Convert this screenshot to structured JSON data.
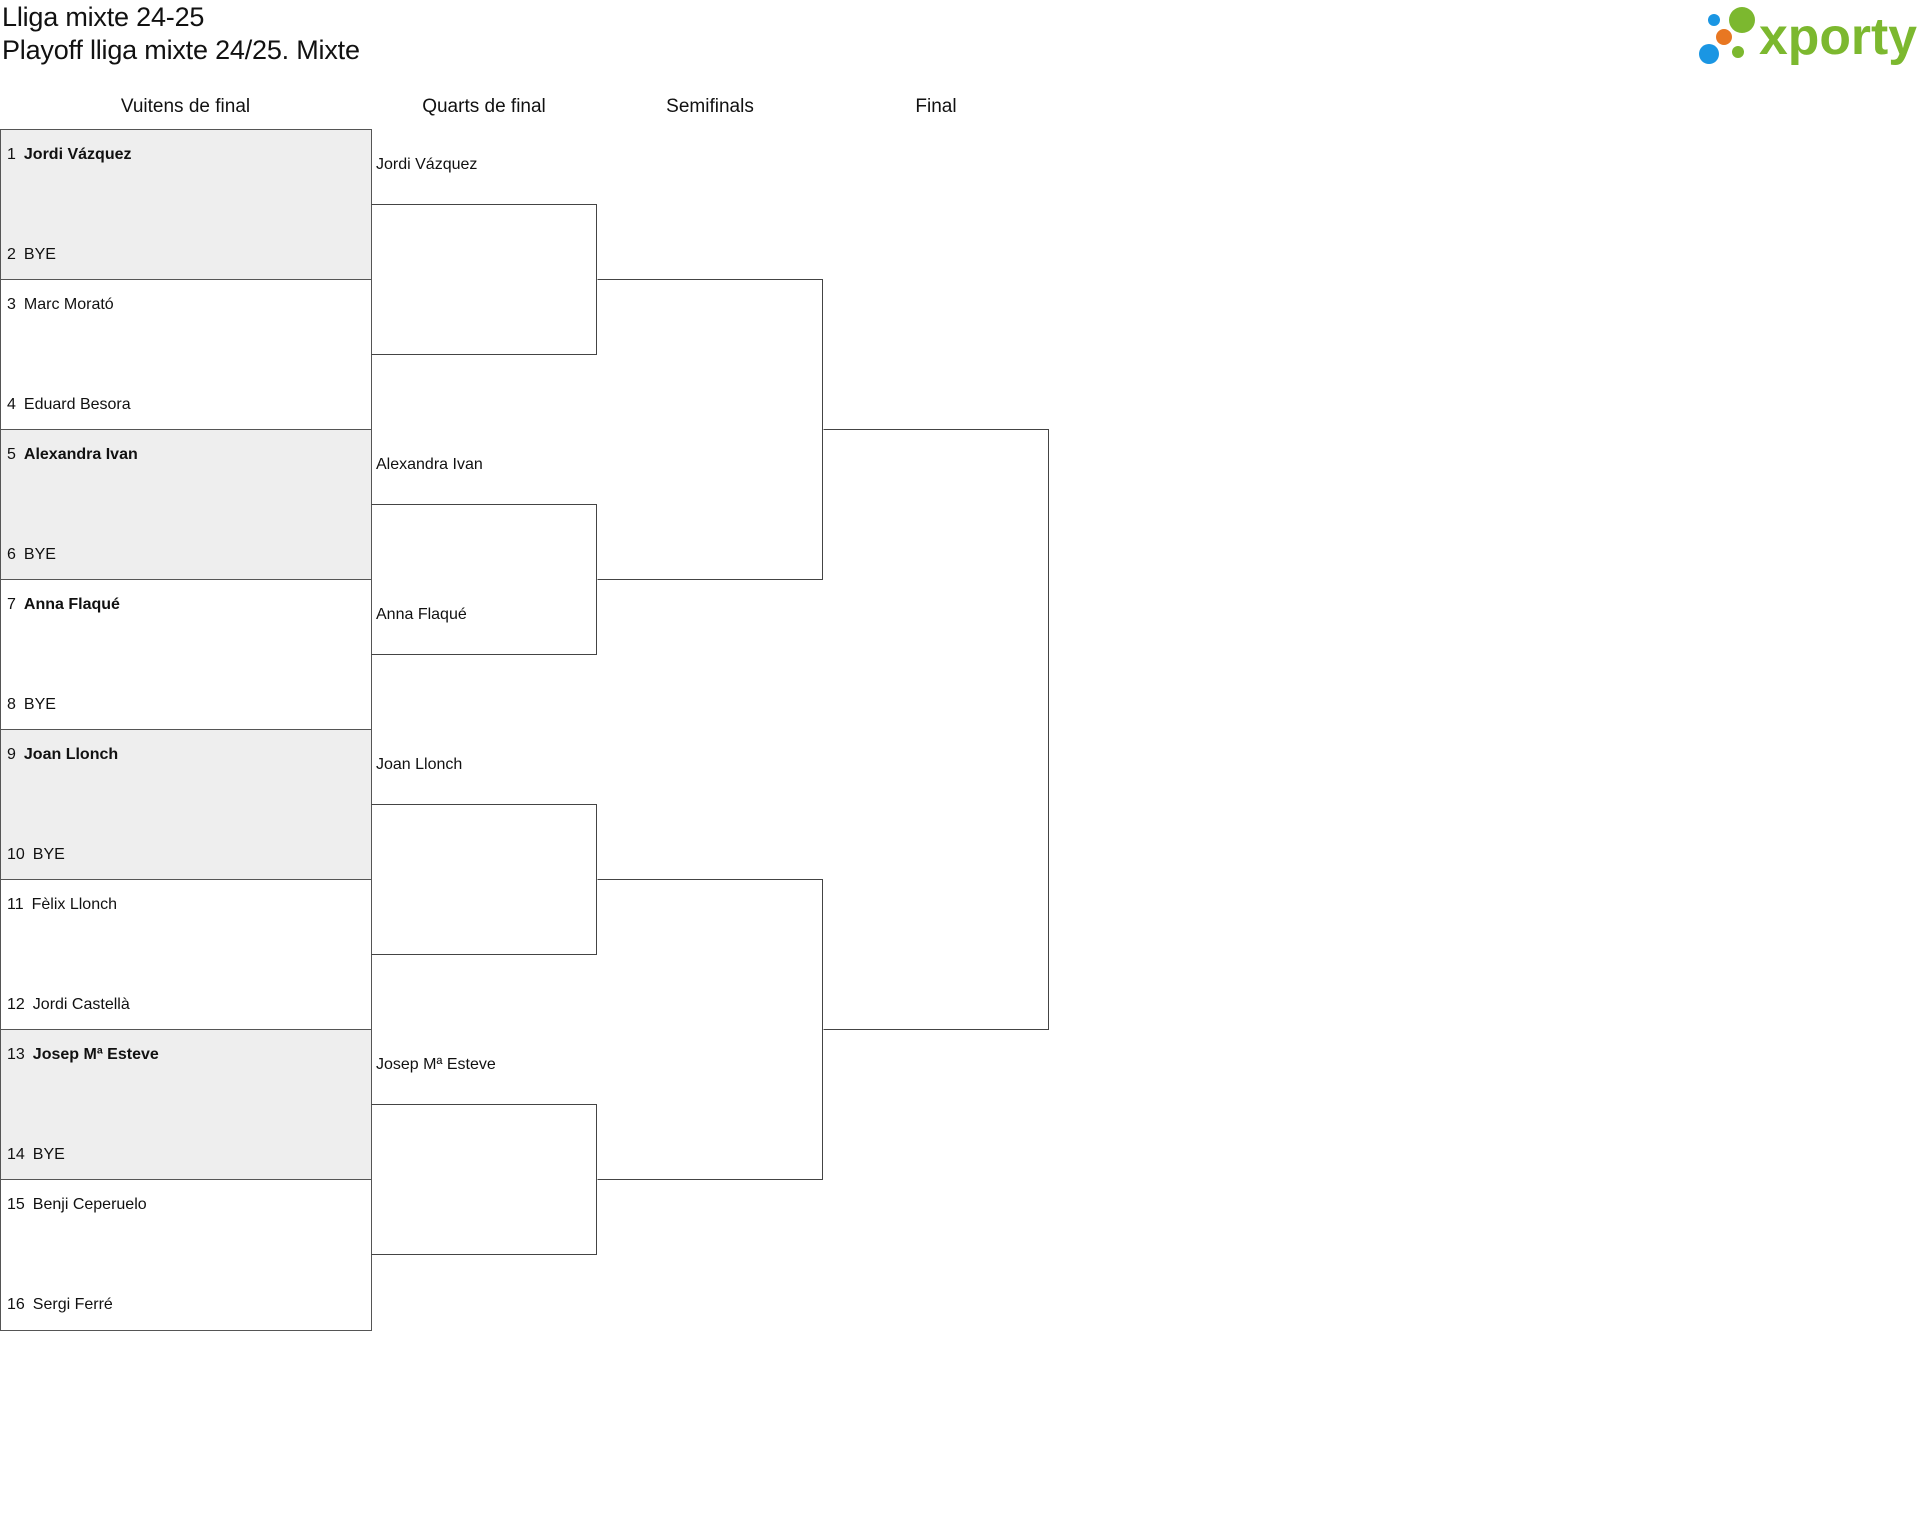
{
  "header": {
    "title": "Lliga mixte 24-25",
    "subtitle": "Playoff lliga mixte 24/25. Mixte"
  },
  "logo": {
    "text": "xporty",
    "colors": {
      "text": "#7cb82f",
      "blue": "#1a96e3",
      "orange": "#e87722",
      "green": "#7cb82f"
    }
  },
  "rounds": [
    "Vuitens de final",
    "Quarts de final",
    "Semifinals",
    "Final"
  ],
  "round_of_16": [
    {
      "top": {
        "seed": "1",
        "name": "Jordi Vázquez"
      },
      "bottom": {
        "seed": "2",
        "name": "BYE"
      },
      "winner": "top",
      "shaded": true
    },
    {
      "top": {
        "seed": "3",
        "name": "Marc Morató"
      },
      "bottom": {
        "seed": "4",
        "name": "Eduard Besora"
      },
      "winner": "",
      "shaded": false
    },
    {
      "top": {
        "seed": "5",
        "name": "Alexandra Ivan"
      },
      "bottom": {
        "seed": "6",
        "name": "BYE"
      },
      "winner": "top",
      "shaded": true
    },
    {
      "top": {
        "seed": "7",
        "name": "Anna Flaqué"
      },
      "bottom": {
        "seed": "8",
        "name": "BYE"
      },
      "winner": "top",
      "shaded": false
    },
    {
      "top": {
        "seed": "9",
        "name": "Joan Llonch"
      },
      "bottom": {
        "seed": "10",
        "name": "BYE"
      },
      "winner": "top",
      "shaded": true
    },
    {
      "top": {
        "seed": "11",
        "name": "Fèlix Llonch"
      },
      "bottom": {
        "seed": "12",
        "name": "Jordi Castellà"
      },
      "winner": "",
      "shaded": false
    },
    {
      "top": {
        "seed": "13",
        "name": "Josep Mª Esteve"
      },
      "bottom": {
        "seed": "14",
        "name": "BYE"
      },
      "winner": "top",
      "shaded": true
    },
    {
      "top": {
        "seed": "15",
        "name": "Benji Ceperuelo"
      },
      "bottom": {
        "seed": "16",
        "name": "Sergi Ferré"
      },
      "winner": "",
      "shaded": false
    }
  ],
  "quarterfinals_entrants": [
    "Jordi Vázquez",
    "",
    "Alexandra Ivan",
    "Anna Flaqué",
    "Joan Llonch",
    "",
    "Josep Mª Esteve",
    ""
  ]
}
